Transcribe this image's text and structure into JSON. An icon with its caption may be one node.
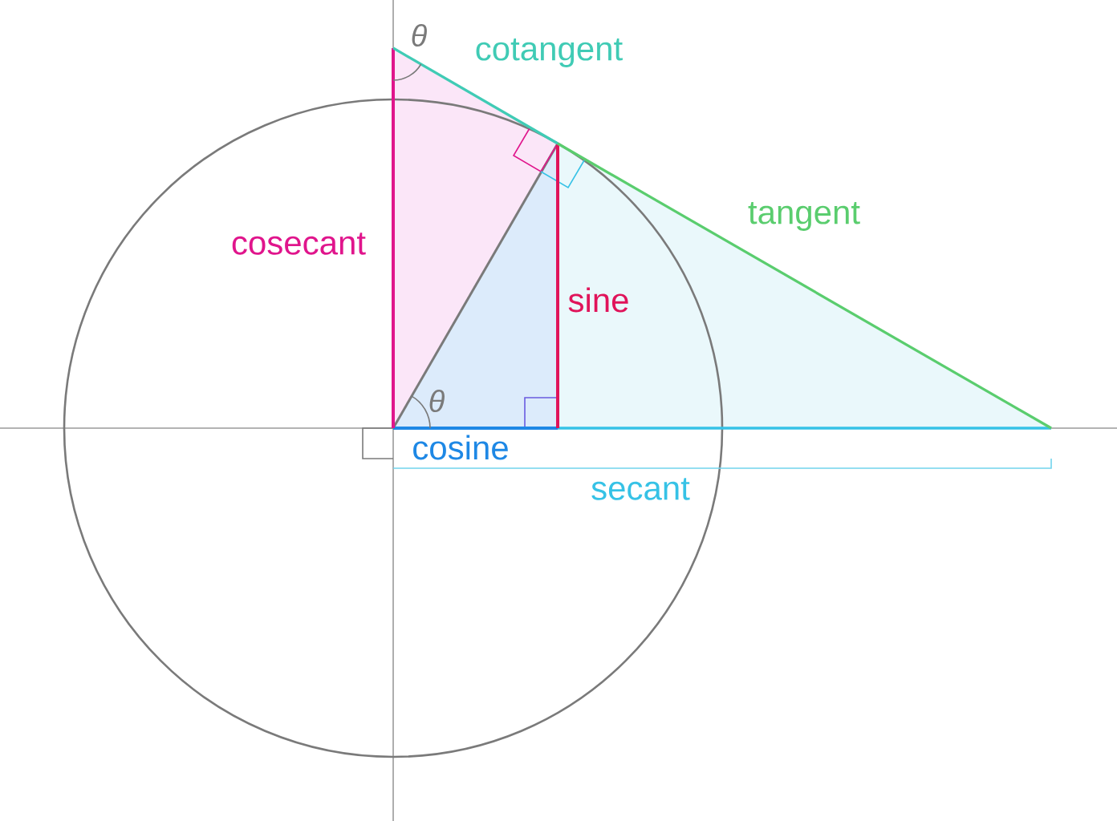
{
  "diagram": {
    "labels": [
      "θ",
      "cotangent",
      "tangent",
      "cosecant",
      "sine",
      "θ",
      "cosine",
      "secant"
    ]
  }
}
